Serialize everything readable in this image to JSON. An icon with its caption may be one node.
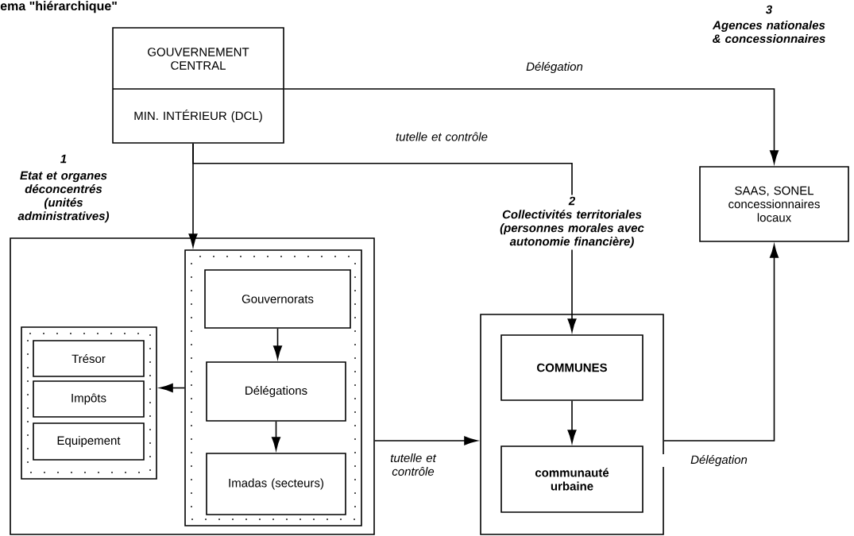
{
  "diagram": {
    "title": "ema \"hiérarchique\"",
    "nodes": [
      {
        "text": [
          "GOUVERNEMENT CENTRAL",
          "MIN. INTÉRIEUR (DCL)"
        ]
      },
      {
        "text": [],
        "shape": "box"
      },
      {
        "text": [],
        "shape": "box",
        "in": 1
      },
      {
        "text": [
          "Trésor"
        ],
        "in": 2
      },
      {
        "text": [
          "Impôts"
        ],
        "in": 2
      },
      {
        "text": [
          "Equipement"
        ],
        "in": 2
      },
      {
        "text": [],
        "shape": "box",
        "in": 1
      },
      {
        "text": [
          "Gouvernorats"
        ],
        "in": 6
      },
      {
        "text": [
          "Délégations"
        ],
        "in": 6
      },
      {
        "text": [
          "Imadas (secteurs)"
        ],
        "in": 6
      },
      {
        "text": [
          "2",
          "Collectivités territoriales (personnes morales avec autonomie financière)"
        ]
      },
      {
        "text": [
          "SAAS, SONEL concessionnaires locaux"
        ]
      },
      {
        "text": [],
        "shape": "box"
      },
      {
        "text": [
          "COMMUNES"
        ],
        "in": 12
      },
      {
        "text": [
          "communauté urbaine"
        ],
        "in": 12
      }
    ],
    "edges": [
      {
        "from": 0,
        "to": 6,
        "arrow": "to"
      },
      {
        "from": 0,
        "to": 10,
        "arrow": "none",
        "label": "tutelle et contrôle"
      },
      {
        "from": 0,
        "to": 11,
        "arrow": "to",
        "label": "Délégation"
      },
      {
        "from": 10,
        "to": 13,
        "arrow": "to"
      },
      {
        "from": 7,
        "to": 8,
        "arrow": "to"
      },
      {
        "from": 8,
        "to": 9,
        "arrow": "to"
      },
      {
        "from": 6,
        "to": 2,
        "arrow": "to"
      },
      {
        "from": 1,
        "to": 12,
        "arrow": "to",
        "label": "tutelle et contrôle"
      },
      {
        "from": 12,
        "to": 11,
        "arrow": "to",
        "label": "Délégation"
      },
      {
        "from": 13,
        "to": 14,
        "arrow": "to"
      }
    ],
    "labels": [
      "1",
      "Etat et organes déconcentrés (unités administratives)",
      "3",
      "Agences nationales & concessionnaires"
    ]
  }
}
